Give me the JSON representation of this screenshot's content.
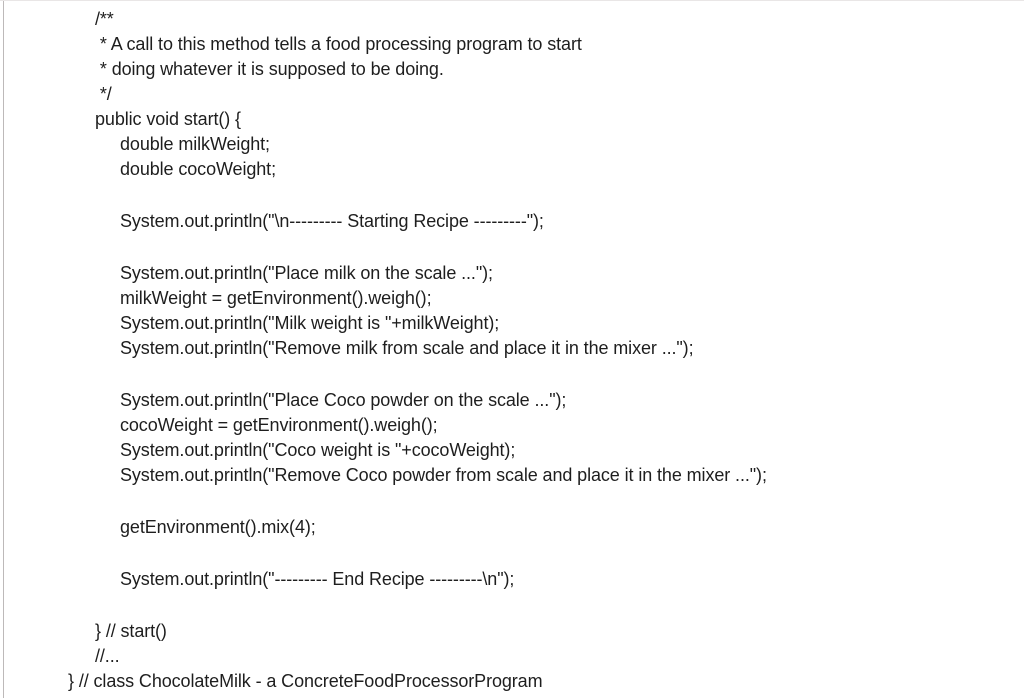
{
  "page": {
    "background_color": "#ffffff",
    "edge_line_color": "#bdb9b9",
    "text_color": "#1e1e1e"
  },
  "code": {
    "language": "java",
    "lines": [
      {
        "t": "/**",
        "i": 1
      },
      {
        "t": " * A call to this method tells a food processing program to start",
        "i": 1
      },
      {
        "t": " * doing whatever it is supposed to be doing.",
        "i": 1
      },
      {
        "t": " */",
        "i": 1
      },
      {
        "t": "public void start() {",
        "i": 1
      },
      {
        "t": "double milkWeight;",
        "i": 2
      },
      {
        "t": "double cocoWeight;",
        "i": 2
      },
      {
        "t": "",
        "i": 0
      },
      {
        "t": "System.out.println(\"\\n--------- Starting Recipe ---------\");",
        "i": 2
      },
      {
        "t": "",
        "i": 0
      },
      {
        "t": "System.out.println(\"Place milk on the scale ...\");",
        "i": 2
      },
      {
        "t": "milkWeight = getEnvironment().weigh();",
        "i": 2
      },
      {
        "t": "System.out.println(\"Milk weight is \"+milkWeight);",
        "i": 2
      },
      {
        "t": "System.out.println(\"Remove milk from scale and place it in the mixer ...\");",
        "i": 2
      },
      {
        "t": "",
        "i": 0
      },
      {
        "t": "System.out.println(\"Place Coco powder on the scale ...\");",
        "i": 2
      },
      {
        "t": "cocoWeight = getEnvironment().weigh();",
        "i": 2
      },
      {
        "t": "System.out.println(\"Coco weight is \"+cocoWeight);",
        "i": 2
      },
      {
        "t": "System.out.println(\"Remove Coco powder from scale and place it in the mixer ...\");",
        "i": 2
      },
      {
        "t": "",
        "i": 0
      },
      {
        "t": "getEnvironment().mix(4);",
        "i": 2
      },
      {
        "t": "",
        "i": 0
      },
      {
        "t": "System.out.println(\"--------- End Recipe ---------\\n\");",
        "i": 2
      },
      {
        "t": "",
        "i": 0
      },
      {
        "t": "} // start()",
        "i": 1
      },
      {
        "t": "//...",
        "i": 1
      },
      {
        "t": "} // class ChocolateMilk - a ConcreteFoodProcessorProgram",
        "i": 0
      }
    ]
  }
}
